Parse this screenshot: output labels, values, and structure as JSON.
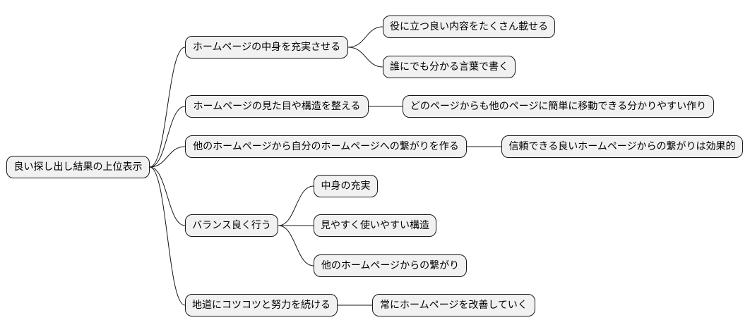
{
  "mindmap": {
    "root": {
      "label": "良い探し出し結果の上位表示"
    },
    "branches": [
      {
        "label": "ホームページの中身を充実させる",
        "children": [
          "役に立つ良い内容をたくさん載せる",
          "誰にでも分かる言葉で書く"
        ]
      },
      {
        "label": "ホームページの見た目や構造を整える",
        "children": [
          "どのページからも他のページに簡単に移動できる分かりやすい作り"
        ]
      },
      {
        "label": "他のホームページから自分のホームページへの繋がりを作る",
        "children": [
          "信頼できる良いホームページからの繋がりは効果的"
        ]
      },
      {
        "label": "バランス良く行う",
        "children": [
          "中身の充実",
          "見やすく使いやすい構造",
          "他のホームページからの繋がり"
        ]
      },
      {
        "label": "地道にコツコツと努力を続ける",
        "children": [
          "常にホームページを改善していく"
        ]
      }
    ]
  }
}
